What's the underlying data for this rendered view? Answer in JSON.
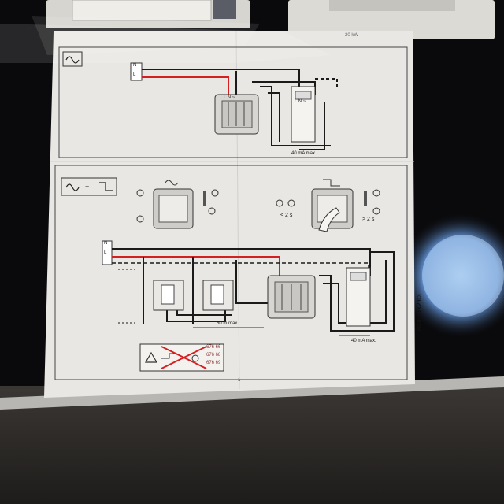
{
  "document": {
    "section_top": {
      "icon": "dimmer-symbol-icon",
      "terminals": [
        "N",
        "L"
      ],
      "terminal_labels_dimmer": "L N ~",
      "terminal_labels_control": "L N ~",
      "current_label": "40 mA max."
    },
    "section_bottom": {
      "icon": "dimmer-plus-pushbutton-icon",
      "plus": "+",
      "short_press": "< 2 s",
      "long_press": "> 2 s",
      "terminals": [
        "N",
        "L"
      ],
      "distance_label": "50 m max.",
      "current_label": "40 mA max.",
      "warning_refs": [
        "676 66",
        "676 68",
        "676 69"
      ]
    },
    "page_number": "1",
    "reference": "NI064JX2/03",
    "top_strip_label": "20 kW"
  },
  "colors": {
    "paper": "#e9e7e3",
    "wire_black": "#1a1a1a",
    "wire_red": "#d42020",
    "background": "#0a0a0c"
  }
}
